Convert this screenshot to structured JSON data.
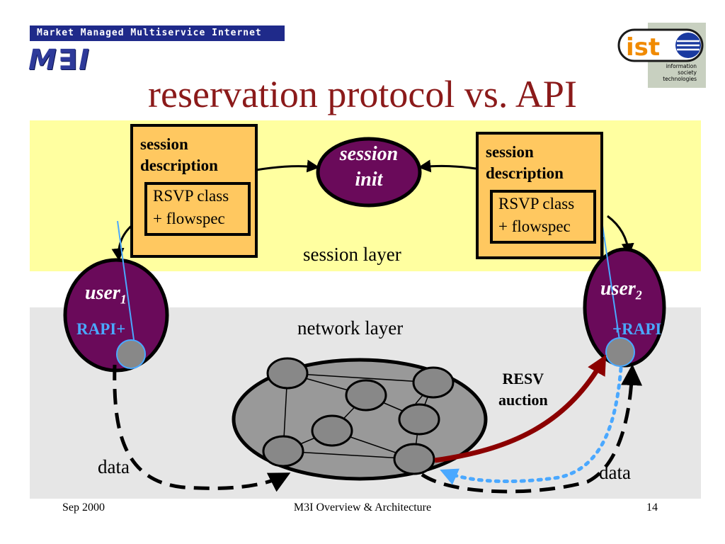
{
  "header": {
    "banner": "Market Managed Multiservice Internet",
    "logo_text": "M∃I",
    "title": "reservation protocol vs. API",
    "ist_logo": {
      "text": "ist",
      "caption": [
        "information",
        "society",
        "technologies"
      ]
    }
  },
  "layers": {
    "session": "session layer",
    "network": "network layer"
  },
  "session_init": [
    "session",
    "init"
  ],
  "docs": {
    "left": {
      "title": [
        "session",
        "description"
      ],
      "inner": [
        "RSVP class",
        "+ flowspec"
      ]
    },
    "right": {
      "title": [
        "session",
        "description"
      ],
      "inner": [
        "RSVP class",
        "+ flowspec"
      ]
    }
  },
  "users": {
    "left": {
      "name": "user",
      "sub": "1",
      "rapi": "RAPI+"
    },
    "right": {
      "name": "user",
      "sub": "2",
      "rapi": "+RAPI"
    }
  },
  "labels": {
    "data_left": "data",
    "data_right": "data",
    "resv": [
      "RESV",
      "auction"
    ]
  },
  "footer": {
    "date": "Sep 2000",
    "center": "M3I Overview & Architecture",
    "page": "14"
  },
  "colors": {
    "title": "#8b1a1a",
    "banner": "#1f2a8a",
    "session_band": "#ffffa0",
    "network_band": "#e6e6e6",
    "doc_fill": "#ffc860",
    "ellipse_fill": "#6a0a5a",
    "resv_arrow": "#8b0000",
    "rapi": "#4aa8ff"
  }
}
